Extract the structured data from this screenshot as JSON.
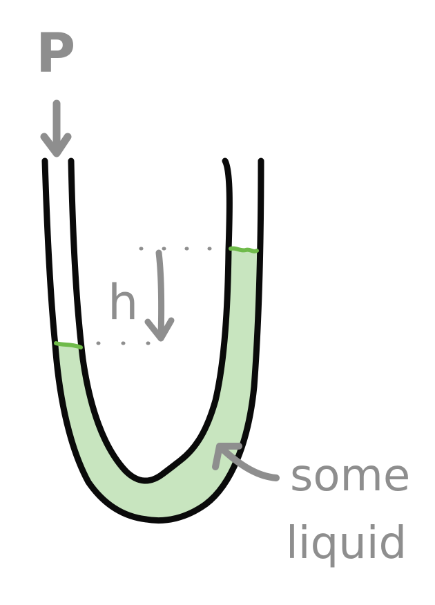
{
  "diagram": {
    "pressure_label": "P",
    "height_label": "h",
    "liquid_label_line1": "some",
    "liquid_label_line2": "liquid",
    "colors": {
      "tube_outline": "#0a0a0a",
      "liquid_fill": "#c8e5bf",
      "meniscus": "#6fba4a",
      "annotation_gray": "#8e8e8e",
      "background": "#ffffff"
    }
  }
}
